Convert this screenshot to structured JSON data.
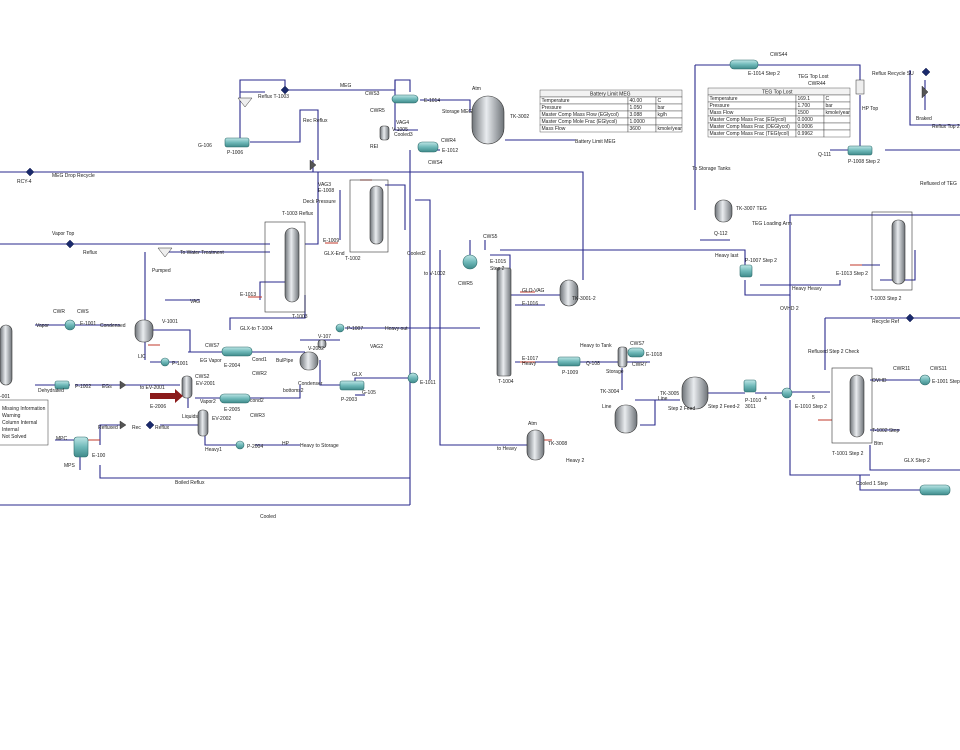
{
  "labels": [
    {
      "id": "g106",
      "text": "G-106"
    },
    {
      "id": "p1006",
      "text": "P-1006"
    },
    {
      "id": "reflux_t1003",
      "text": "Reflux T-1003"
    },
    {
      "id": "meg_top",
      "text": "MEG"
    },
    {
      "id": "rec_reflux",
      "text": "Rec Reflux"
    },
    {
      "id": "cws3",
      "text": "CWS3"
    },
    {
      "id": "cwr5",
      "text": "CWR5"
    },
    {
      "id": "e1014",
      "text": "E-1014"
    },
    {
      "id": "storage_meg",
      "text": "Storage MEG"
    },
    {
      "id": "vag4",
      "text": "VAG4"
    },
    {
      "id": "v1005",
      "text": "V-1005"
    },
    {
      "id": "cooled3",
      "text": "Cooled3"
    },
    {
      "id": "rei",
      "text": "REI"
    },
    {
      "id": "cwr4",
      "text": "CWR4"
    },
    {
      "id": "e1012",
      "text": "E-1012"
    },
    {
      "id": "cws4",
      "text": "CWS4"
    },
    {
      "id": "atm",
      "text": "Atm"
    },
    {
      "id": "tk3002",
      "text": "TK-3002"
    },
    {
      "id": "battery_limit_meg",
      "text": "Battery Limit MEG"
    },
    {
      "id": "rcy4",
      "text": "RCY-4"
    },
    {
      "id": "meg_drop_recycle",
      "text": "MEG Drop Recycle"
    },
    {
      "id": "vag3",
      "text": "VAG3"
    },
    {
      "id": "e1008",
      "text": "E-1008"
    },
    {
      "id": "deck_pressure",
      "text": "Deck Pressure"
    },
    {
      "id": "t1003_reflux",
      "text": "T-1003 Reflux"
    },
    {
      "id": "e1009",
      "text": "E-1009"
    },
    {
      "id": "glx_end",
      "text": "GLX-End"
    },
    {
      "id": "t1002",
      "text": "T-1002"
    },
    {
      "id": "cooled2",
      "text": "Cooled2"
    },
    {
      "id": "to_v1002",
      "text": "to V-1002"
    },
    {
      "id": "vapor_top",
      "text": "Vapor Top"
    },
    {
      "id": "reflux_mid",
      "text": "Reflux"
    },
    {
      "id": "to_water",
      "text": "To Water Treatment"
    },
    {
      "id": "pumped",
      "text": "Pumped"
    },
    {
      "id": "e1013_left",
      "text": "E-1013"
    },
    {
      "id": "t1003",
      "text": "T-1003"
    },
    {
      "id": "vag",
      "text": "VAG"
    },
    {
      "id": "v1001",
      "text": "V-1001"
    },
    {
      "id": "cwr",
      "text": "CWR"
    },
    {
      "id": "cws",
      "text": "CWS"
    },
    {
      "id": "e1001",
      "text": "E-1001"
    },
    {
      "id": "condensed",
      "text": "Condensed"
    },
    {
      "id": "vapor_left",
      "text": "Vapor"
    },
    {
      "id": "lic",
      "text": "LIC"
    },
    {
      "id": "p1001",
      "text": "P-1001"
    },
    {
      "id": "glx_to_t1004",
      "text": "GLX-to T-1004"
    },
    {
      "id": "p1007",
      "text": "P-1007"
    },
    {
      "id": "heavy_out",
      "text": "Heavy out"
    },
    {
      "id": "cws7",
      "text": "CWS7"
    },
    {
      "id": "eg_vapor",
      "text": "EG Vapor"
    },
    {
      "id": "e2004",
      "text": "E-2004"
    },
    {
      "id": "cond1",
      "text": "Cond1"
    },
    {
      "id": "cwr2",
      "text": "CWR2"
    },
    {
      "id": "bulpipe",
      "text": "BulPipe"
    },
    {
      "id": "v107",
      "text": "V-107"
    },
    {
      "id": "v2002",
      "text": "V-2002"
    },
    {
      "id": "vag2",
      "text": "VAG2"
    },
    {
      "id": "cws2",
      "text": "CWS2"
    },
    {
      "id": "ev2001",
      "text": "EV-2001"
    },
    {
      "id": "dehydrated",
      "text": "Dehydrated"
    },
    {
      "id": "p1002",
      "text": "P-1002"
    },
    {
      "id": "egs",
      "text": "EGs"
    },
    {
      "id": "to_ev2001",
      "text": "to EV-2001"
    },
    {
      "id": "e2006",
      "text": "E-2006"
    },
    {
      "id": "vapor2",
      "text": "Vapor2"
    },
    {
      "id": "e2005",
      "text": "E-2005"
    },
    {
      "id": "cond2",
      "text": "cond2"
    },
    {
      "id": "cwr3",
      "text": "CWR3"
    },
    {
      "id": "condenser",
      "text": "Condenser"
    },
    {
      "id": "bottoms2",
      "text": "bottoms2"
    },
    {
      "id": "glx_mid",
      "text": "GLX"
    },
    {
      "id": "p2003",
      "text": "P-2003"
    },
    {
      "id": "g105",
      "text": "G-105"
    },
    {
      "id": "e1011",
      "text": "E-1011"
    },
    {
      "id": "liquids",
      "text": "Liquids"
    },
    {
      "id": "ev2002",
      "text": "EV-2002"
    },
    {
      "id": "heavy1",
      "text": "Heavy1"
    },
    {
      "id": "p2004",
      "text": "P-2004"
    },
    {
      "id": "hp",
      "text": "HP"
    },
    {
      "id": "heavy_storage",
      "text": "Heavy to Storage"
    },
    {
      "id": "refluxed",
      "text": "Refluxed"
    },
    {
      "id": "rec",
      "text": "Rec"
    },
    {
      "id": "reflux_low",
      "text": "Reflux"
    },
    {
      "id": "mpc",
      "text": "MPC"
    },
    {
      "id": "mps",
      "text": "MPS"
    },
    {
      "id": "e100",
      "text": "E-100"
    },
    {
      "id": "boiled_reflux",
      "text": "Boiled Reflux"
    },
    {
      "id": "cooled",
      "text": "Cooled"
    },
    {
      "id": "t1001_left",
      "text": "-001"
    },
    {
      "id": "cws5",
      "text": "CWS5"
    },
    {
      "id": "cwr5b",
      "text": "CWR5"
    },
    {
      "id": "e1015",
      "text": "E-1015"
    },
    {
      "id": "step2",
      "text": "Step 2"
    },
    {
      "id": "glo_vag",
      "text": "GLO-VAG"
    },
    {
      "id": "e1016",
      "text": "E-1016"
    },
    {
      "id": "tk3001",
      "text": "TK-3001-2"
    },
    {
      "id": "e1017",
      "text": "E-1017"
    },
    {
      "id": "heavy_e",
      "text": "Heavy"
    },
    {
      "id": "t1004",
      "text": "T-1004"
    },
    {
      "id": "atm2",
      "text": "Atm"
    },
    {
      "id": "to_heavy",
      "text": "to Heavy"
    },
    {
      "id": "tk3008",
      "text": "TK-3008"
    },
    {
      "id": "heavy_2",
      "text": "Heavy 2"
    },
    {
      "id": "heavy_to_tank",
      "text": "Heavy to Tank"
    },
    {
      "id": "q108",
      "text": "Q-108"
    },
    {
      "id": "p1009",
      "text": "P-1009"
    },
    {
      "id": "cws7b",
      "text": "CWS7"
    },
    {
      "id": "e1018",
      "text": "E-1018"
    },
    {
      "id": "cwr7",
      "text": "CWR7"
    },
    {
      "id": "storage",
      "text": "Storage"
    },
    {
      "id": "tk3004",
      "text": "TK-3004"
    },
    {
      "id": "line",
      "text": "Line"
    },
    {
      "id": "tk3005",
      "text": "TK-3005"
    },
    {
      "id": "line2",
      "text": "Line"
    },
    {
      "id": "step2_feed",
      "text": "Step 2 Feed"
    },
    {
      "id": "step2_feed2",
      "text": "Step 2 Feed-2"
    },
    {
      "id": "p1010",
      "text": "P-1010"
    },
    {
      "id": "n3011",
      "text": "3011"
    },
    {
      "id": "e1010",
      "text": "E-1010 Step 2"
    },
    {
      "id": "ovhd2",
      "text": "OVHD 2"
    },
    {
      "id": "cws44",
      "text": "CWS44"
    },
    {
      "id": "e1014b",
      "text": "E-1014 Step 2"
    },
    {
      "id": "teg_top_lost",
      "text": "TEG Top Lost"
    },
    {
      "id": "cwr44",
      "text": "CWR44"
    },
    {
      "id": "reflux_recycle",
      "text": "Reflux Recycle SU"
    },
    {
      "id": "hp_top",
      "text": "HP Top"
    },
    {
      "id": "q111",
      "text": "Q-111"
    },
    {
      "id": "p1008",
      "text": "P-1008 Step 2"
    },
    {
      "id": "to_storage_tanks",
      "text": "To Storage Tanks"
    },
    {
      "id": "tk3007",
      "text": "TK-3007 TEG"
    },
    {
      "id": "q112",
      "text": "Q-112"
    },
    {
      "id": "teg_loading",
      "text": "TEG Loading Arm"
    },
    {
      "id": "heavy_last",
      "text": "Heavy last"
    },
    {
      "id": "p1007b",
      "text": "P-1007 Step 2"
    },
    {
      "id": "heavy_heavy",
      "text": "Heavy Heavy"
    },
    {
      "id": "e1013b",
      "text": "E-1013 Step 2"
    },
    {
      "id": "t1003b",
      "text": "T-1003 Step 2"
    },
    {
      "id": "refluxed_teg",
      "text": "Refluxed of TEG"
    },
    {
      "id": "braked",
      "text": "Braked"
    },
    {
      "id": "reflux_top2",
      "text": "Reflux Top 2"
    },
    {
      "id": "recycle_ref",
      "text": "Recycle Ref"
    },
    {
      "id": "refluxed2",
      "text": "Refluxed Step 2 Check"
    },
    {
      "id": "ovhd",
      "text": "OVHD"
    },
    {
      "id": "cwr11",
      "text": "CWR11"
    },
    {
      "id": "cws11",
      "text": "CWS11"
    },
    {
      "id": "e1001b",
      "text": "E-1001 Step"
    },
    {
      "id": "t1001",
      "text": "T-1001 Step 2"
    },
    {
      "id": "t1002b",
      "text": "T-1002 Step"
    },
    {
      "id": "btm",
      "text": "Btm"
    },
    {
      "id": "glx_step2",
      "text": "GLX Step 2"
    },
    {
      "id": "cooled_step",
      "text": "Cooled 1 Step"
    },
    {
      "id": "n5",
      "text": "5"
    },
    {
      "id": "n4",
      "text": "4"
    }
  ],
  "legend": {
    "items": [
      "Missing Information",
      "Warning",
      "Column Internal",
      "Internal",
      "Not Solved"
    ]
  },
  "meg_table": {
    "title": "Battery Limit MEG",
    "rows": [
      [
        "Temperature",
        "40.00",
        "C"
      ],
      [
        "Pressure",
        "1.050",
        "bar"
      ],
      [
        "Master Comp Mass Flow (EGlycol)",
        "3.088",
        "kg/h"
      ],
      [
        "Master Comp Mole Frac (EGlycol)",
        "1.0000",
        ""
      ],
      [
        "Mass Flow",
        "3600",
        "kmole/year"
      ]
    ]
  },
  "teg_table": {
    "title": "TEG Top Lost",
    "rows": [
      [
        "Temperature",
        "169.1",
        "C"
      ],
      [
        "Pressure",
        "1.700",
        "bar"
      ],
      [
        "Mass Flow",
        "1500",
        "kmole/year"
      ],
      [
        "Master Comp Mass Frac (EGlycol)",
        "0.0000",
        ""
      ],
      [
        "Master Comp Mass Frac (DEGlycol)",
        "0.0006",
        ""
      ],
      [
        "Master Comp Mass Frac (TEGlycol)",
        "0.9962",
        ""
      ]
    ]
  },
  "colors": {
    "material": "#2a2a8c",
    "energy": "#c0392b",
    "equipment": "#9aa0a6",
    "accent": "#3a8c8c"
  }
}
